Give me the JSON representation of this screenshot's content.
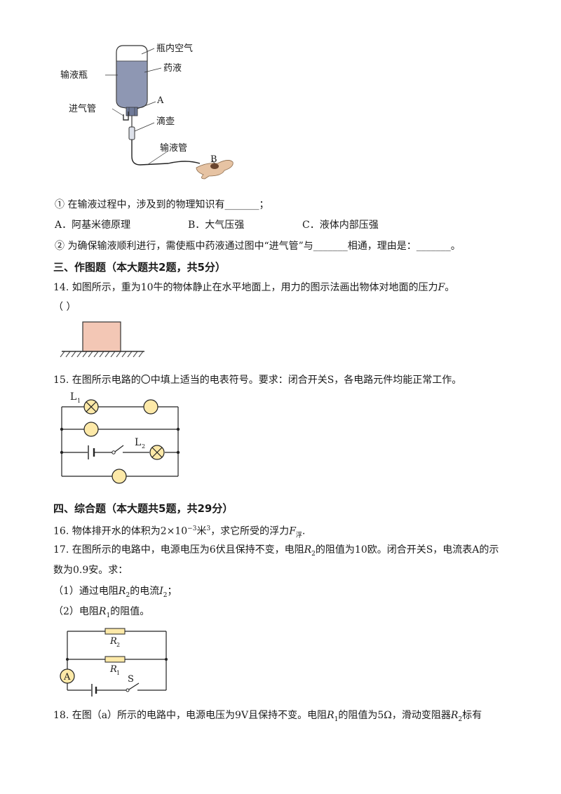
{
  "fig_iv": {
    "bottle_air": "瓶内空气",
    "bottle": "输液瓶",
    "medicine": "药液",
    "point_a": "A",
    "inlet": "进气管",
    "drip": "滴壶",
    "tube": "输液管",
    "point_b": "B"
  },
  "q13": {
    "sub1": "①  在输液过程中，涉及到的物理知识有_______；",
    "opt_a": "A．阿基米德原理",
    "opt_b": "B．大气压强",
    "opt_c": "C．液体内部压强",
    "sub2": "②  为确保输液顺利进行，需使瓶中药液通过图中“进气管”与_______相通，理由是：_______。"
  },
  "section3": {
    "title": "三、作图题（本大题共2题，共5分）"
  },
  "q14": {
    "text": "14. 如图所示，重为10牛的物体静止在水平地面上，用力的图示法画出物体对地面的压力",
    "var": "F",
    "end": "。",
    "blank": "（        ）"
  },
  "q15": {
    "text": "15. 在图所示电路的〇中填上适当的电表符号。要求：闭合开关S，各电路元件均能正常工作。",
    "l1": "L",
    "l1_sub": "1",
    "l2": "L",
    "l2_sub": "2"
  },
  "section4": {
    "title": "四、综合题（本大题共5题，共29分）"
  },
  "q16": {
    "pre": "16. 物体排开水的体积为2×10",
    "exp": "−3",
    "mid": "米",
    "unit_exp": "3",
    "post": "，求它所受的浮力",
    "var": "F",
    "var_sub": "浮",
    "end": "."
  },
  "q17": {
    "line1_pre": "17. 在图所示的电路中，电源电压为6伏且保持不变，电阻",
    "line1_var": "R",
    "line1_sub": "2",
    "line1_post": "的阻值为10欧。闭合开关S，电流表A的示",
    "line2": "数为0.9安。求：",
    "sub1_pre": "（1）通过电阻",
    "sub1_var": "R",
    "sub1_sub": "2",
    "sub1_mid": "的电流",
    "sub1_var2": "I",
    "sub1_sub2": "2",
    "sub1_end": "；",
    "sub2_pre": "（2）电阻",
    "sub2_var": "R",
    "sub2_sub": "1",
    "sub2_end": "的阻值。",
    "fig_r2": "R",
    "fig_r2_sub": "2",
    "fig_r1": "R",
    "fig_r1_sub": "1",
    "fig_s": "S",
    "fig_a": "A"
  },
  "q18": {
    "pre": "18. 在图（a）所示的电路中，电源电压为9V且保持不变。电阻",
    "var": "R",
    "sub": "1",
    "mid": "的阻值为5Ω，滑动变阻器",
    "var2": "R",
    "sub2": "2",
    "end": "标有"
  }
}
